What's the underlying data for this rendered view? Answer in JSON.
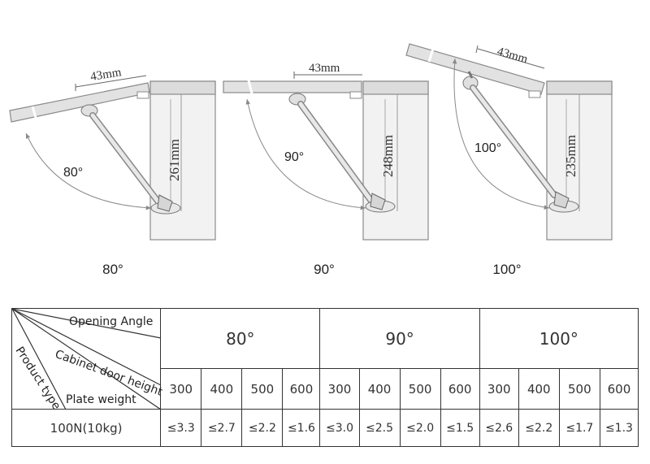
{
  "diagrams": [
    {
      "offset_label": "43mm",
      "height_label": "261mm",
      "angle_label": "80°",
      "caption": "80°"
    },
    {
      "offset_label": "43mm",
      "height_label": "248mm",
      "angle_label": "90°",
      "caption": "90°"
    },
    {
      "offset_label": "43mm",
      "height_label": "235mm",
      "angle_label": "100°",
      "caption": "100°"
    }
  ],
  "table": {
    "header": {
      "opening_angle": "Opening Angle",
      "cabinet_door_height": "Cabinet door height",
      "product_type": "Product type",
      "plate_weight": "Plate weight"
    },
    "angle_groups": [
      "80°",
      "90°",
      "100°"
    ],
    "heights": [
      "300",
      "400",
      "500",
      "600",
      "300",
      "400",
      "500",
      "600",
      "300",
      "400",
      "500",
      "600"
    ],
    "rows": [
      {
        "label": "100N(10kg)",
        "values": [
          "≤3.3",
          "≤2.7",
          "≤2.2",
          "≤1.6",
          "≤3.0",
          "≤2.5",
          "≤2.0",
          "≤1.5",
          "≤2.6",
          "≤2.2",
          "≤1.7",
          "≤1.3"
        ]
      }
    ]
  }
}
